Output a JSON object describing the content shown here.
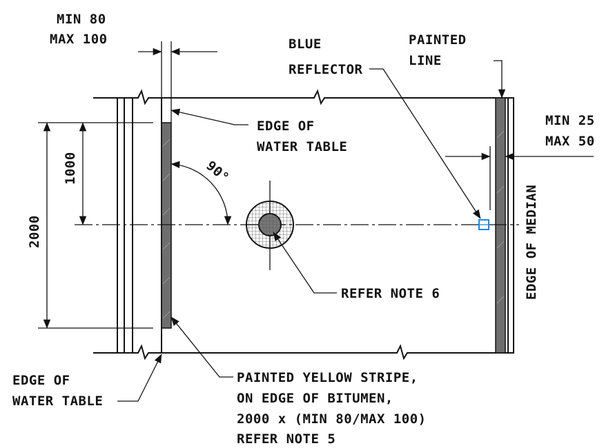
{
  "dimensions": {
    "stripe_width": [
      "MIN 80",
      "MAX 100"
    ],
    "line_offset": [
      "MIN 25",
      "MAX 50"
    ],
    "half_length": "1000",
    "full_length": "2000",
    "angle": "90°"
  },
  "labels": {
    "blue_reflector": [
      "BLUE",
      "REFLECTOR"
    ],
    "painted_line": [
      "PAINTED",
      "LINE"
    ],
    "edge_water_table_top": [
      "EDGE OF",
      "WATER TABLE"
    ],
    "edge_water_table_bottom": [
      "EDGE OF",
      "WATER TABLE"
    ],
    "refer_note_6": "REFER NOTE 6",
    "edge_of_median": "EDGE OF MEDIAN",
    "yellow_stripe_note": [
      "PAINTED  YELLOW STRIPE,",
      "ON EDGE OF BITUMEN,",
      "2000 x (MIN 80/MAX 100)",
      "REFER NOTE 5"
    ]
  },
  "colors": {
    "line": "#111111",
    "stripe_fill": "#6e6e6e",
    "reflector": "#1e88e5",
    "hatch": "#555555"
  }
}
